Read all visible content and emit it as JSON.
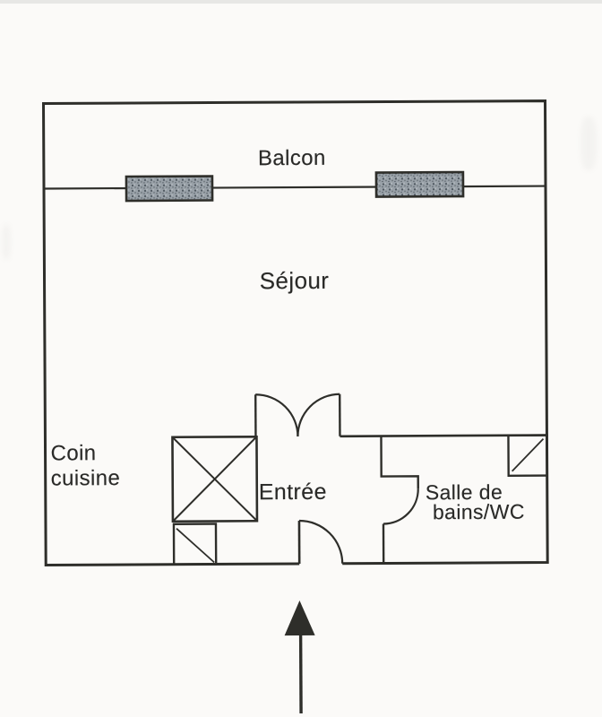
{
  "plan": {
    "labels": {
      "balcon": "Balcon",
      "sejour": "Séjour",
      "coin_cuisine_line1": "Coin",
      "coin_cuisine_line2": "cuisine",
      "entree": "Entrée",
      "salle_de_bains_line1": "Salle de",
      "salle_de_bains_line2": "bains/WC"
    },
    "icons": {
      "entrance_arrow": "up-arrow-icon",
      "kitchen_unit": "x-crossed-box",
      "kitchen_small_unit": "diagonal-box",
      "closet": "diagonal-box"
    },
    "colors": {
      "paper": "#fbfaf8",
      "ink": "#2e2e2a",
      "window_fill": "#99a1a8",
      "window_speckle_dark": "#4d565e",
      "window_speckle_light": "#c3c9cd"
    }
  }
}
